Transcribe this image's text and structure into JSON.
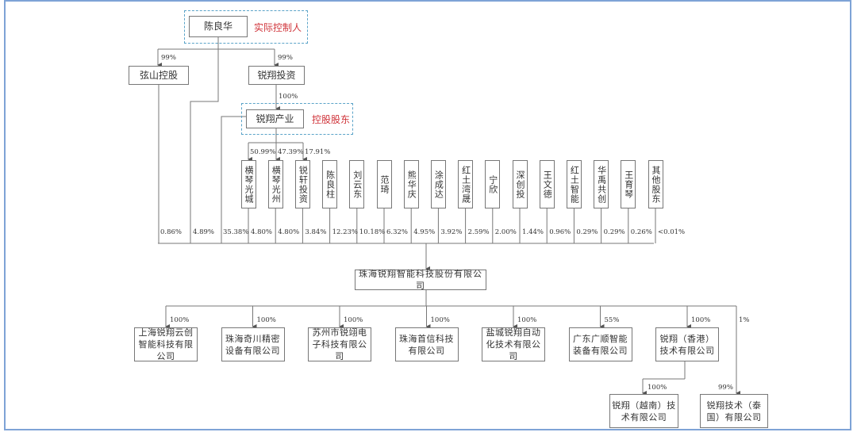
{
  "controller": {
    "name": "陈良华",
    "tag": "实际控制人"
  },
  "holdings": {
    "xianshan": {
      "name": "弦山控股",
      "pct_from_controller": "99%",
      "pct_to_company": "0.86%"
    },
    "ruixiang_invest": {
      "name": "锐翔投资",
      "pct_from_controller": "99%"
    },
    "ruixiang_industry": {
      "name": "锐翔产业",
      "tag": "控股股东",
      "pct_from_invest": "100%",
      "pct_to_company": "35.38%"
    },
    "controller_direct_pct": "4.89%"
  },
  "industry_holdings_pct": [
    "50.99%",
    "47.39%",
    "17.91%"
  ],
  "shareholders": [
    {
      "name": "横琴光城",
      "pct": "4.80%"
    },
    {
      "name": "横琴光州",
      "pct": "4.80%"
    },
    {
      "name": "锐轩投资",
      "pct": "3.84%"
    },
    {
      "name": "陈良柱",
      "pct": "12.23%"
    },
    {
      "name": "刘云东",
      "pct": "10.18%"
    },
    {
      "name": "范琦",
      "pct": "6.32%"
    },
    {
      "name": "熊华庆",
      "pct": "4.95%"
    },
    {
      "name": "涂成达",
      "pct": "3.92%"
    },
    {
      "name": "红土湾晟",
      "pct": "2.59%"
    },
    {
      "name": "宁欣",
      "pct": "2.00%"
    },
    {
      "name": "深创投",
      "pct": "1.44%"
    },
    {
      "name": "王文德",
      "pct": "0.96%"
    },
    {
      "name": "红土智能",
      "pct": "0.29%"
    },
    {
      "name": "华禹共创",
      "pct": "0.29%"
    },
    {
      "name": "王育琴",
      "pct": "0.26%"
    },
    {
      "name": "其他股东",
      "pct": "<0.01%"
    }
  ],
  "company": {
    "name": "珠海锐翔智能科技股份有限公司"
  },
  "subsidiaries": [
    {
      "name": "上海锐翔云创智能科技有限公司",
      "pct": "100%"
    },
    {
      "name": "珠海奇川精密设备有限公司",
      "pct": "100%"
    },
    {
      "name": "苏州市锐翊电子科技有限公司",
      "pct": "100%"
    },
    {
      "name": "珠海首信科技有限公司",
      "pct": "100%"
    },
    {
      "name": "盐城锐翔自动化技术有限公司",
      "pct": "100%"
    },
    {
      "name": "广东广顺智能装备有限公司",
      "pct": "55%"
    },
    {
      "name": "锐翔（香港）技术有限公司",
      "pct": "100%"
    }
  ],
  "second_level": {
    "vietnam": {
      "name": "锐翔（越南）技术有限公司",
      "pct": "100%"
    },
    "thailand": {
      "name": "锐翔技术（泰国）有限公司",
      "pct_from_hk": "99%",
      "pct_from_company": "1%"
    }
  },
  "colors": {
    "frame": "#7ea3d6",
    "dashed": "#5aa3c8",
    "tag_red": "#d0343a"
  }
}
